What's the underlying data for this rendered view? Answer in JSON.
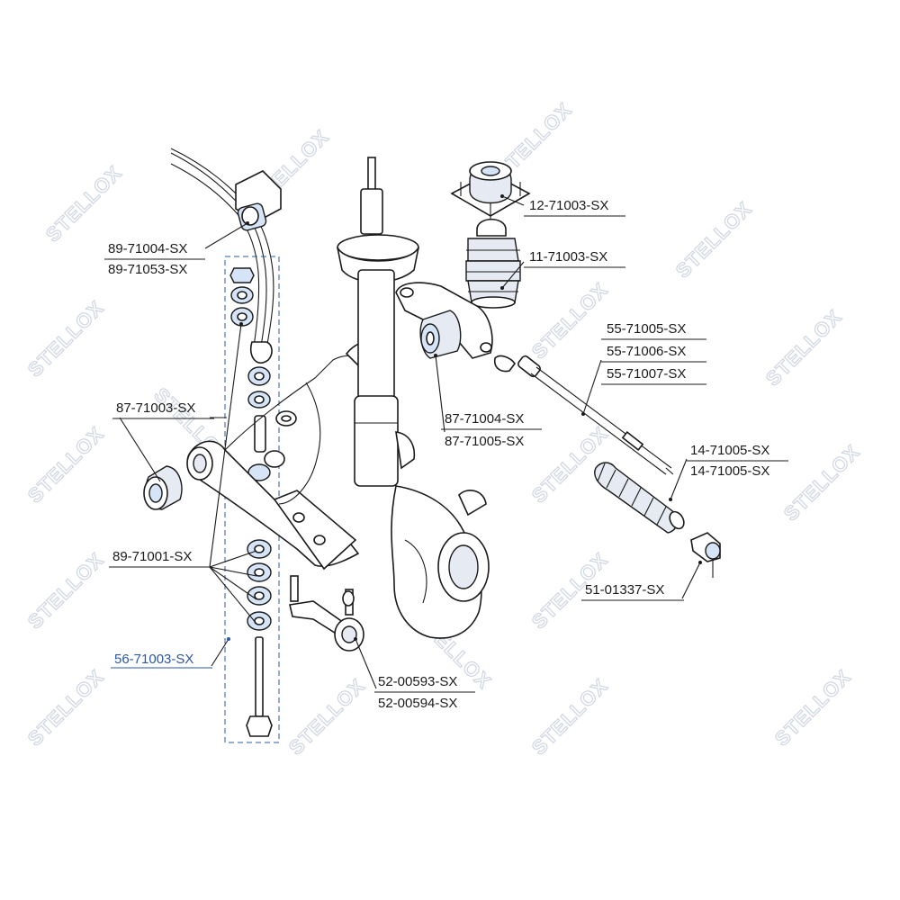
{
  "watermark": {
    "brand": "STELLOX"
  },
  "callouts": [
    {
      "id": "c1",
      "lines": [
        "12-71003-SX"
      ],
      "highlight": false
    },
    {
      "id": "c2",
      "lines": [
        "11-71003-SX"
      ],
      "highlight": false
    },
    {
      "id": "c3",
      "lines": [
        "55-71005-SX",
        "55-71006-SX",
        "55-71007-SX"
      ],
      "highlight": false
    },
    {
      "id": "c4",
      "lines": [
        "87-71004-SX",
        "87-71005-SX"
      ],
      "highlight": false
    },
    {
      "id": "c5",
      "lines": [
        "14-71005-SX",
        "14-71005-SX"
      ],
      "highlight": false
    },
    {
      "id": "c6",
      "lines": [
        "51-01337-SX"
      ],
      "highlight": false
    },
    {
      "id": "c7",
      "lines": [
        "89-71004-SX",
        "89-71053-SX"
      ],
      "highlight": false
    },
    {
      "id": "c8",
      "lines": [
        "87-71003-SX"
      ],
      "highlight": false
    },
    {
      "id": "c9",
      "lines": [
        "89-71001-SX"
      ],
      "highlight": false
    },
    {
      "id": "c10",
      "lines": [
        "56-71003-SX"
      ],
      "highlight": true
    },
    {
      "id": "c11",
      "lines": [
        "52-00593-SX",
        "52-00594-SX"
      ],
      "highlight": false
    }
  ],
  "colors": {
    "label": "#1a1a1a",
    "highlight": "#2a57a8",
    "watermark": "#cfd6e2",
    "part_fill_blue": "#d6e4f7",
    "part_fill_grey": "#e6ebf3"
  }
}
